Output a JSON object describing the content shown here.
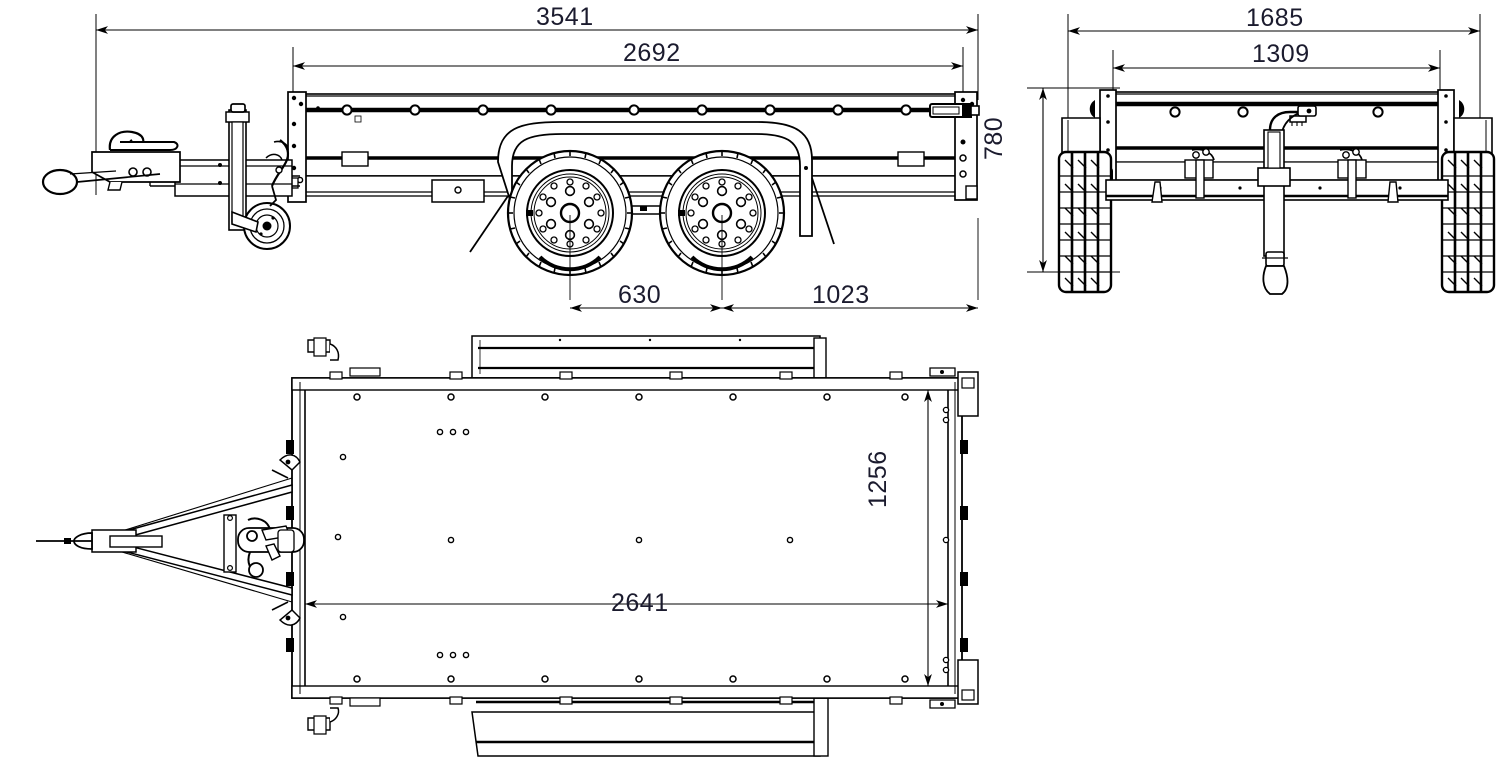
{
  "drawing": {
    "type": "engineering-drawing",
    "subject": "tandem-axle box trailer",
    "units": "mm",
    "line_color": "#000000",
    "dimension_text_color": "#1b1b2e",
    "background": "#ffffff",
    "views": [
      {
        "id": "side-view",
        "name": "Side elevation",
        "position": "top-left"
      },
      {
        "id": "rear-view",
        "name": "Rear elevation",
        "position": "top-right"
      },
      {
        "id": "plan-view",
        "name": "Plan view",
        "position": "bottom-left"
      }
    ]
  },
  "dimensions": {
    "side_overall_length": "3541",
    "side_body_length": "2692",
    "side_axle_spacing": "630",
    "side_rear_overhang": "1023",
    "rear_overall_width": "1685",
    "rear_body_width": "1309",
    "rear_height": "780",
    "plan_bed_length": "2641",
    "plan_bed_width": "1256"
  },
  "components": {
    "coupling": "coupling-hitch",
    "jockey_wheel": "jockey-wheel",
    "safety_cable": "breakaway-safety-cable",
    "drawbar": "a-frame-drawbar",
    "wheels": "tandem-axle-wheels",
    "mudguard": "mudguard-fender",
    "side_panel": "drop-side-panel",
    "marker_light": "side-marker-light",
    "tail_light": "rear-tail-light",
    "floor": "trailer-bed-floor",
    "handbrake": "handbrake-lever",
    "support_leg": "support-leg"
  }
}
